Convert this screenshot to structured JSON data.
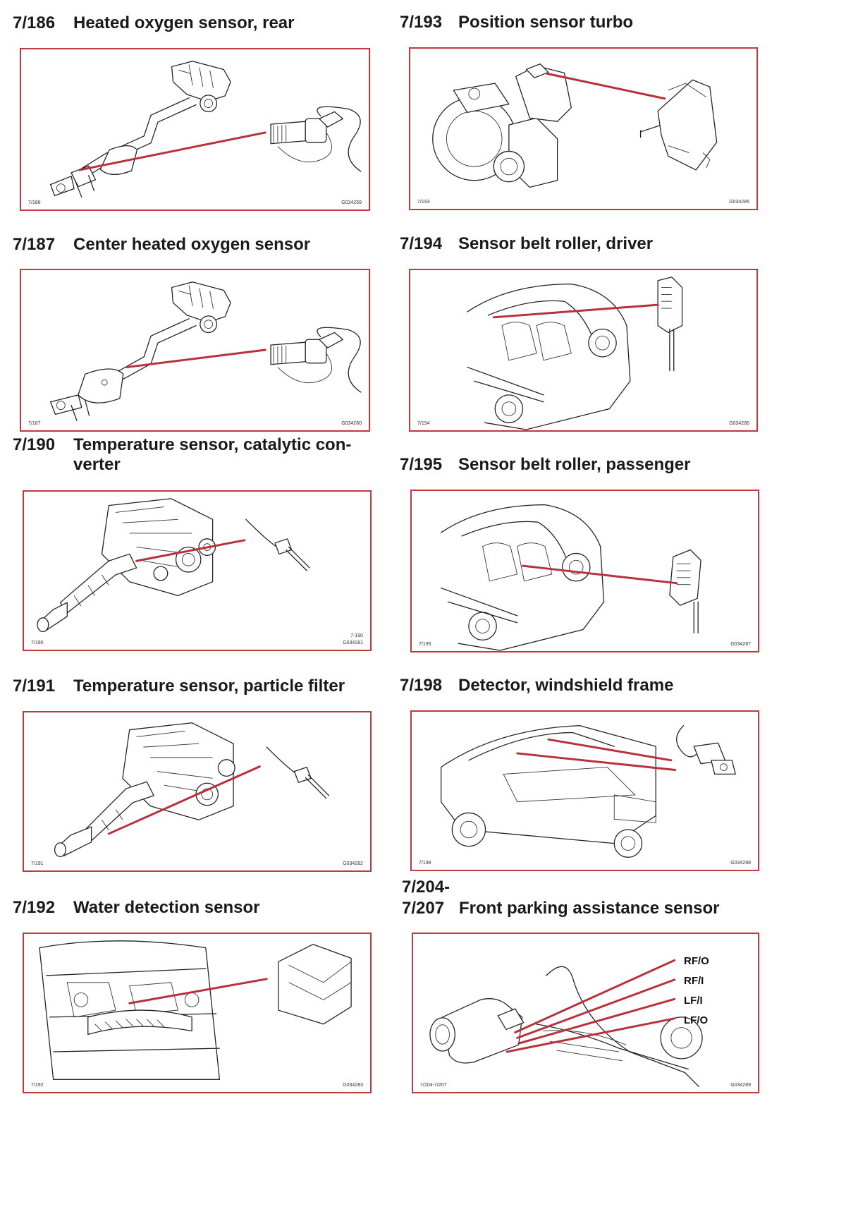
{
  "sections": [
    {
      "num": "7/186",
      "title": "Heated oxygen sensor, rear",
      "cap_left": "7/186",
      "cap_right": "G034259"
    },
    {
      "num": "7/193",
      "title": "Position sensor turbo",
      "cap_left": "7/193",
      "cap_right": "G034285"
    },
    {
      "num": "7/187",
      "title": "Center heated oxygen sensor",
      "cap_left": "7/187",
      "cap_right": "G034260"
    },
    {
      "num": "7/194",
      "title": "Sensor belt roller, driver",
      "cap_left": "7/194",
      "cap_right": "G034286"
    },
    {
      "num": "7/190",
      "title": "Temperature sensor, catalytic con-",
      "title2": "verter",
      "cap_left": "7/190",
      "cap_right": "G034281",
      "cap_right_upper": "7-190"
    },
    {
      "num": "7/195",
      "title": "Sensor belt roller, passenger",
      "cap_left": "7/195",
      "cap_right": "G034287"
    },
    {
      "num": "7/191",
      "title": "Temperature sensor, particle filter",
      "cap_left": "7/191",
      "cap_right": "G034282"
    },
    {
      "num": "7/198",
      "title": "Detector, windshield frame",
      "cap_left": "7/198",
      "cap_right": "G034288"
    },
    {
      "num": "7/192",
      "title": "Water detection sensor",
      "cap_left": "7/192",
      "cap_right": "G034283"
    },
    {
      "num": "7/204-",
      "num2": "7/207",
      "title": "Front parking assistance sensor",
      "cap_left": "7/204-7/207",
      "cap_right": "G034289",
      "labels": [
        "RF/O",
        "RF/I",
        "LF/I",
        "LF/O"
      ]
    }
  ],
  "colors": {
    "frame": "#c0393f",
    "pointer": "#b8303a"
  }
}
